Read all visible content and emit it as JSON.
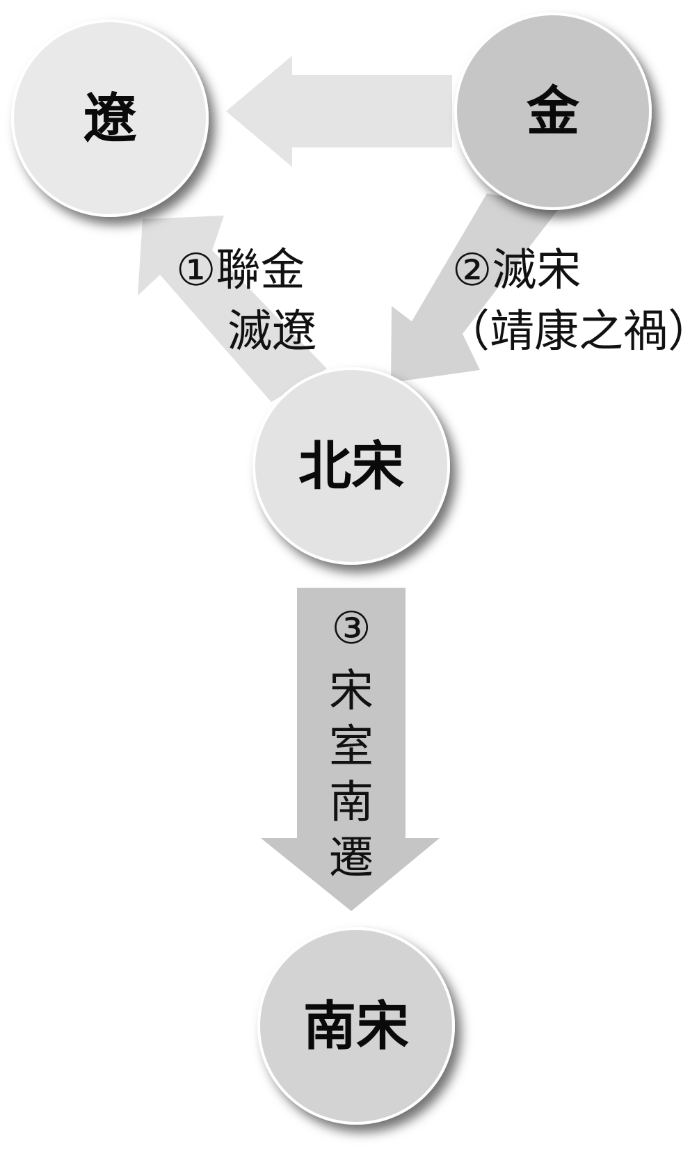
{
  "nodes": {
    "liao": "遼",
    "jin": "金",
    "northern_song": "北宋",
    "southern_song": "南宋"
  },
  "events": {
    "one": {
      "line1": "①聯金",
      "line2": "滅遼"
    },
    "two": {
      "line1": "②滅宋",
      "line2": "（靖康之禍）"
    },
    "three": {
      "number": "③",
      "chars": [
        "宋",
        "室",
        "南",
        "遷"
      ]
    }
  },
  "colors": {
    "arrow_light": "#e2e2e2",
    "arrow_medium": "#d4d4d4",
    "arrow_dark": "#c4c4c4",
    "node_light": "#e8e8e8",
    "node_jin": "#c6c6c6",
    "node_south": "#d3d3d3"
  }
}
